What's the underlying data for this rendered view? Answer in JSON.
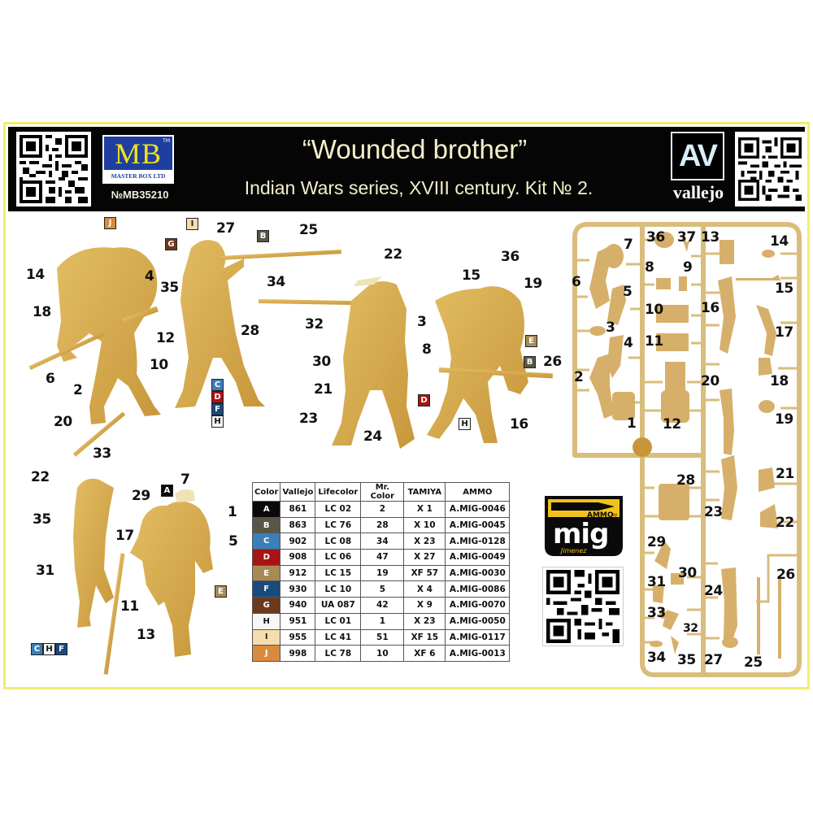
{
  "header": {
    "brand_logo": {
      "letters": "MB",
      "trademark": "TM",
      "company": "MASTER BOX LTD",
      "kit_code": "№MB35210",
      "bg_color": "#1f3fa0",
      "letter_color": "#f4e11d"
    },
    "title": "“Wounded brother”",
    "subtitle": "Indian Wars series, XVIII century. Kit № 2.",
    "paint_brand_logo": {
      "letters": "AV",
      "name": "vallejo"
    },
    "qr_codes": [
      "qr-code-left",
      "qr-code-right"
    ]
  },
  "figures": [
    {
      "id": "figure-carrier-left",
      "part_numbers": [
        "14",
        "18",
        "6",
        "2",
        "20",
        "4",
        "12",
        "10"
      ],
      "color_badges": [
        "J"
      ]
    },
    {
      "id": "figure-rifleman-aiming",
      "part_numbers": [
        "27",
        "35",
        "28",
        "34",
        "25"
      ],
      "color_badges": [
        "I",
        "G",
        "B",
        "C",
        "D",
        "F",
        "H"
      ]
    },
    {
      "id": "figure-rear-view-rifleman",
      "part_numbers": [
        "22",
        "32",
        "30",
        "21",
        "23",
        "24"
      ],
      "color_badges": []
    },
    {
      "id": "figure-carrier-right",
      "part_numbers": [
        "36",
        "15",
        "19",
        "3",
        "8",
        "26",
        "16"
      ],
      "color_badges": [
        "E",
        "B",
        "D",
        "H"
      ]
    },
    {
      "id": "figure-rifleman-aiming-up",
      "part_numbers": [
        "33",
        "22",
        "29",
        "35",
        "31"
      ],
      "color_badges": [
        "C",
        "H",
        "F"
      ]
    },
    {
      "id": "figure-carrier-back-view",
      "part_numbers": [
        "7",
        "1",
        "5",
        "17",
        "11",
        "13"
      ],
      "color_badges": [
        "A",
        "E"
      ]
    }
  ],
  "paint_table": {
    "headers": [
      "Color",
      "Vallejo",
      "Lifecolor",
      "Mr. Color",
      "TAMIYA",
      "AMMO"
    ],
    "rows": [
      {
        "code": "A",
        "swatch": "#0a0a0a",
        "vallejo": "861",
        "lifecolor": "LC 02",
        "mr_color": "2",
        "tamiya": "X 1",
        "ammo": "A.MIG-0046"
      },
      {
        "code": "B",
        "swatch": "#5a5647",
        "vallejo": "863",
        "lifecolor": "LC 76",
        "mr_color": "28",
        "tamiya": "X 10",
        "ammo": "A.MIG-0045"
      },
      {
        "code": "C",
        "swatch": "#3b7fb8",
        "vallejo": "902",
        "lifecolor": "LC 08",
        "mr_color": "34",
        "tamiya": "X 23",
        "ammo": "A.MIG-0128"
      },
      {
        "code": "D",
        "swatch": "#a81414",
        "vallejo": "908",
        "lifecolor": "LC 06",
        "mr_color": "47",
        "tamiya": "X 27",
        "ammo": "A.MIG-0049"
      },
      {
        "code": "E",
        "swatch": "#a88a55",
        "vallejo": "912",
        "lifecolor": "LC 15",
        "mr_color": "19",
        "tamiya": "XF 57",
        "ammo": "A.MIG-0030"
      },
      {
        "code": "F",
        "swatch": "#1a4a7c",
        "vallejo": "930",
        "lifecolor": "LC 10",
        "mr_color": "5",
        "tamiya": "X 4",
        "ammo": "A.MIG-0086"
      },
      {
        "code": "G",
        "swatch": "#6b3a1e",
        "vallejo": "940",
        "lifecolor": "UA 087",
        "mr_color": "42",
        "tamiya": "X 9",
        "ammo": "A.MIG-0070"
      },
      {
        "code": "H",
        "swatch": "#f6f6f6",
        "vallejo": "951",
        "lifecolor": "LC 01",
        "mr_color": "1",
        "tamiya": "X 23",
        "ammo": "A.MIG-0050"
      },
      {
        "code": "I",
        "swatch": "#f6ddad",
        "vallejo": "955",
        "lifecolor": "LC 41",
        "mr_color": "51",
        "tamiya": "XF 15",
        "ammo": "A.MIG-0117"
      },
      {
        "code": "J",
        "swatch": "#d98a3c",
        "vallejo": "998",
        "lifecolor": "LC 78",
        "mr_color": "10",
        "tamiya": "XF 6",
        "ammo": "A.MIG-0013"
      }
    ]
  },
  "ammo_logo": {
    "top_text": "AMMO",
    "by_text": "by",
    "main_text": "mig",
    "sub_text": "Jimenez"
  },
  "sprue": {
    "part_numbers": [
      "1",
      "2",
      "3",
      "4",
      "5",
      "6",
      "7",
      "8",
      "9",
      "10",
      "11",
      "12",
      "13",
      "14",
      "15",
      "16",
      "17",
      "18",
      "19",
      "20",
      "21",
      "22",
      "23",
      "24",
      "25",
      "26",
      "27",
      "28",
      "29",
      "30",
      "31",
      "32",
      "33",
      "34",
      "35",
      "36",
      "37"
    ]
  },
  "colors": {
    "figure_tan": "#d6ab4a",
    "sprue_tan": "#d9bd7c",
    "frame_yellow": "#f3ec6e",
    "header_black": "#050505",
    "title_cream": "#f3f0c8"
  }
}
